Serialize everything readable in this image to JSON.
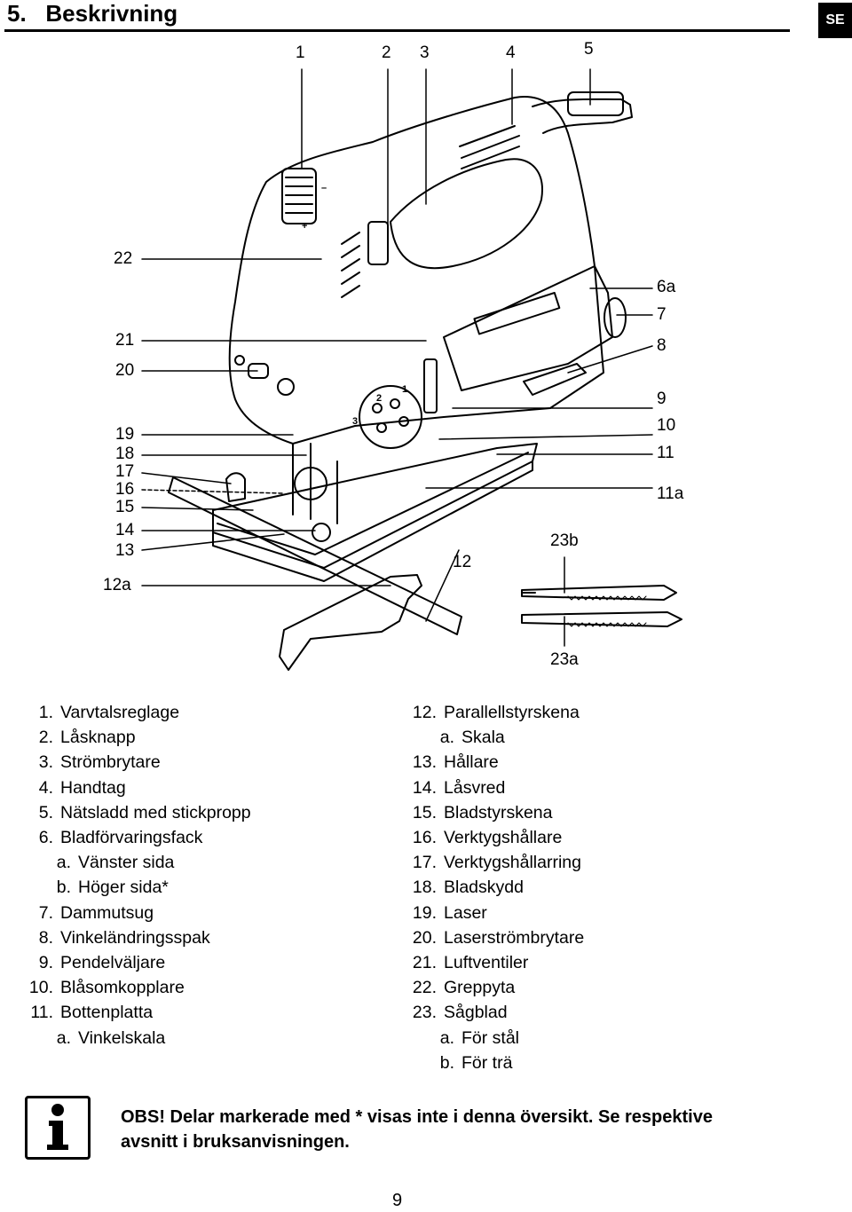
{
  "header": {
    "title": "5.   Beskrivning",
    "language_badge": "SE"
  },
  "diagram": {
    "callouts": {
      "c1": "1",
      "c2": "2",
      "c3": "3",
      "c4": "4",
      "c5": "5",
      "c22": "22",
      "c21": "21",
      "c20": "20",
      "c19": "19",
      "c18": "18",
      "c17": "17",
      "c16": "16",
      "c15": "15",
      "c14": "14",
      "c13": "13",
      "c12a": "12a",
      "c12": "12",
      "c23b": "23b",
      "c23a": "23a",
      "c6a": "6a",
      "c7": "7",
      "c8": "8",
      "c9": "9",
      "c10": "10",
      "c11": "11",
      "c11a": "11a"
    },
    "switch_marks": [
      "1",
      "2",
      "3"
    ],
    "speed_marks": [
      "+",
      "–"
    ]
  },
  "parts_left": [
    {
      "num": "1.",
      "label": "Varvtalsreglage"
    },
    {
      "num": "2.",
      "label": "Låsknapp"
    },
    {
      "num": "3.",
      "label": "Strömbrytare"
    },
    {
      "num": "4.",
      "label": "Handtag"
    },
    {
      "num": "5.",
      "label": "Nätsladd med stickpropp"
    },
    {
      "num": "6.",
      "label": "Bladförvaringsfack"
    },
    {
      "num": "a.",
      "label": "Vänster sida"
    },
    {
      "num": "b.",
      "label": "Höger sida*"
    },
    {
      "num": "7.",
      "label": "Dammutsug"
    },
    {
      "num": "8.",
      "label": "Vinkeländringsspak"
    },
    {
      "num": "9.",
      "label": "Pendelväljare"
    },
    {
      "num": "10.",
      "label": "Blåsomkopplare"
    },
    {
      "num": "11.",
      "label": "Bottenplatta"
    },
    {
      "num": "a.",
      "label": "Vinkelskala"
    }
  ],
  "parts_right": [
    {
      "num": "12.",
      "label": "Parallellstyrskena"
    },
    {
      "num": "a.",
      "label": "Skala"
    },
    {
      "num": "13.",
      "label": "Hållare"
    },
    {
      "num": "14.",
      "label": "Låsvred"
    },
    {
      "num": "15.",
      "label": "Bladstyrskena"
    },
    {
      "num": "16.",
      "label": "Verktygshållare"
    },
    {
      "num": "17.",
      "label": "Verktygshållarring"
    },
    {
      "num": "18.",
      "label": "Bladskydd"
    },
    {
      "num": "19.",
      "label": "Laser"
    },
    {
      "num": "20.",
      "label": "Laserströmbrytare"
    },
    {
      "num": "21.",
      "label": "Luftventiler"
    },
    {
      "num": "22.",
      "label": "Greppyta"
    },
    {
      "num": "23.",
      "label": "Sågblad"
    },
    {
      "num": "a.",
      "label": "För stål"
    },
    {
      "num": "b.",
      "label": "För trä"
    }
  ],
  "note": {
    "line1": "OBS! Delar markerade med * visas inte i denna översikt. Se respektive",
    "line2": "avsnitt i bruksanvisningen."
  },
  "footer": {
    "page_number": "9"
  }
}
